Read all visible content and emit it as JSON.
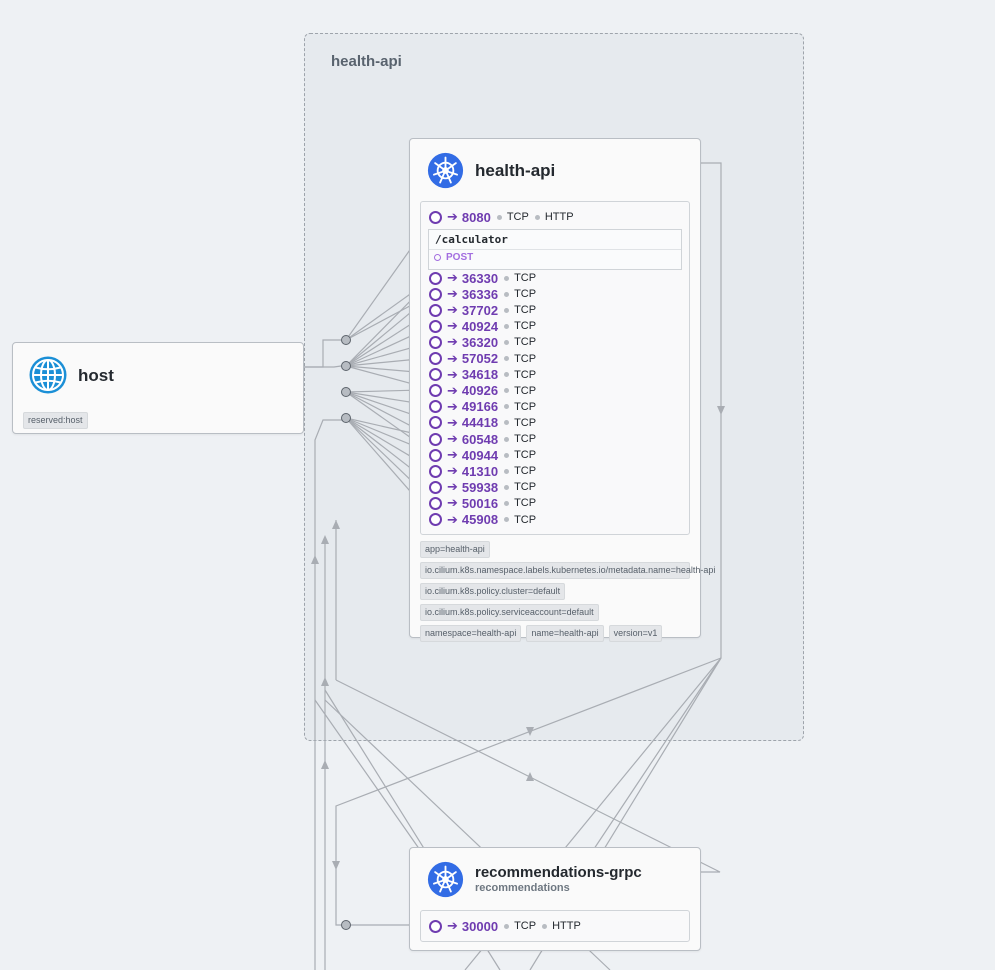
{
  "namespace": {
    "title": "health-api"
  },
  "host": {
    "title": "host",
    "icon": "globe-icon",
    "labels": [
      "reserved:host"
    ]
  },
  "health_api": {
    "title": "health-api",
    "icon": "kubernetes-icon",
    "main_port": {
      "number": "8080",
      "protocol": "TCP",
      "l7": "HTTP"
    },
    "http_rule": {
      "path": "/calculator",
      "method": "POST"
    },
    "ports": [
      {
        "number": "36330",
        "protocol": "TCP"
      },
      {
        "number": "36336",
        "protocol": "TCP"
      },
      {
        "number": "37702",
        "protocol": "TCP"
      },
      {
        "number": "40924",
        "protocol": "TCP"
      },
      {
        "number": "36320",
        "protocol": "TCP"
      },
      {
        "number": "57052",
        "protocol": "TCP"
      },
      {
        "number": "34618",
        "protocol": "TCP"
      },
      {
        "number": "40926",
        "protocol": "TCP"
      },
      {
        "number": "49166",
        "protocol": "TCP"
      },
      {
        "number": "44418",
        "protocol": "TCP"
      },
      {
        "number": "60548",
        "protocol": "TCP"
      },
      {
        "number": "40944",
        "protocol": "TCP"
      },
      {
        "number": "41310",
        "protocol": "TCP"
      },
      {
        "number": "59938",
        "protocol": "TCP"
      },
      {
        "number": "50016",
        "protocol": "TCP"
      },
      {
        "number": "45908",
        "protocol": "TCP"
      }
    ],
    "labels": [
      "app=health-api",
      "io.cilium.k8s.namespace.labels.kubernetes.io/metadata.name=health-api",
      "io.cilium.k8s.policy.cluster=default",
      "io.cilium.k8s.policy.serviceaccount=default",
      "namespace=health-api",
      "name=health-api",
      "version=v1"
    ]
  },
  "recommendations": {
    "title": "recommendations-grpc",
    "subtitle": "recommendations",
    "icon": "kubernetes-icon",
    "main_port": {
      "number": "30000",
      "protocol": "TCP",
      "l7": "HTTP"
    }
  },
  "colors": {
    "port": "#6f3cb0",
    "edge": "#a9adb3",
    "k8s": "#326ce5",
    "globe": "#1b8fd6"
  }
}
